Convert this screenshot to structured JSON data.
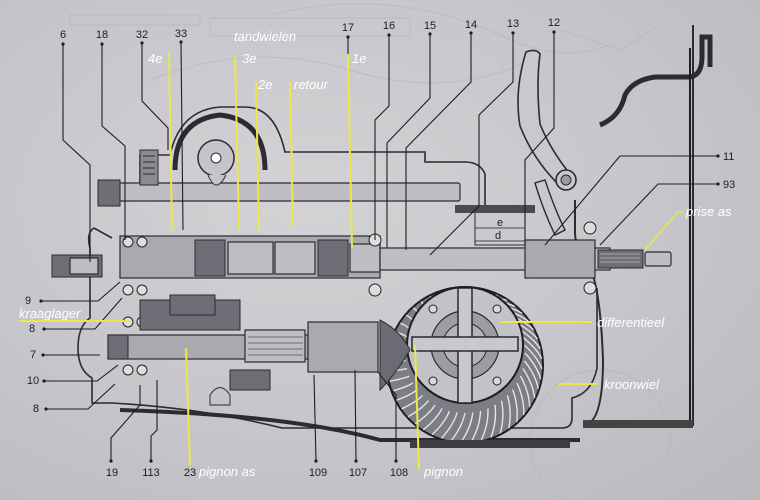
{
  "diagram": {
    "subject": "gearbox cross-section",
    "accent_color": "#e8e84a",
    "part_numbers": {
      "top": [
        "6",
        "18",
        "32",
        "33",
        "17",
        "16",
        "15",
        "14",
        "13",
        "12"
      ],
      "right": [
        "11",
        "93"
      ],
      "left": [
        "9",
        "8",
        "7",
        "10",
        "8"
      ],
      "bottom": [
        "19",
        "113",
        "23",
        "109",
        "107",
        "108"
      ]
    },
    "annotations": {
      "tandwielen": "tandwielen",
      "gear_4": "4e",
      "gear_3": "3e",
      "gear_2": "2e",
      "gear_reverse": "retour",
      "gear_1": "1e",
      "prise_as": "prise as",
      "kraaglager": "kraaglager",
      "differentieel": "differentieel",
      "kroonwiel": "kroonwiel",
      "pignon_as": "pignon as",
      "pignon": "pignon"
    },
    "dimension_marks": [
      "e",
      "d"
    ]
  }
}
